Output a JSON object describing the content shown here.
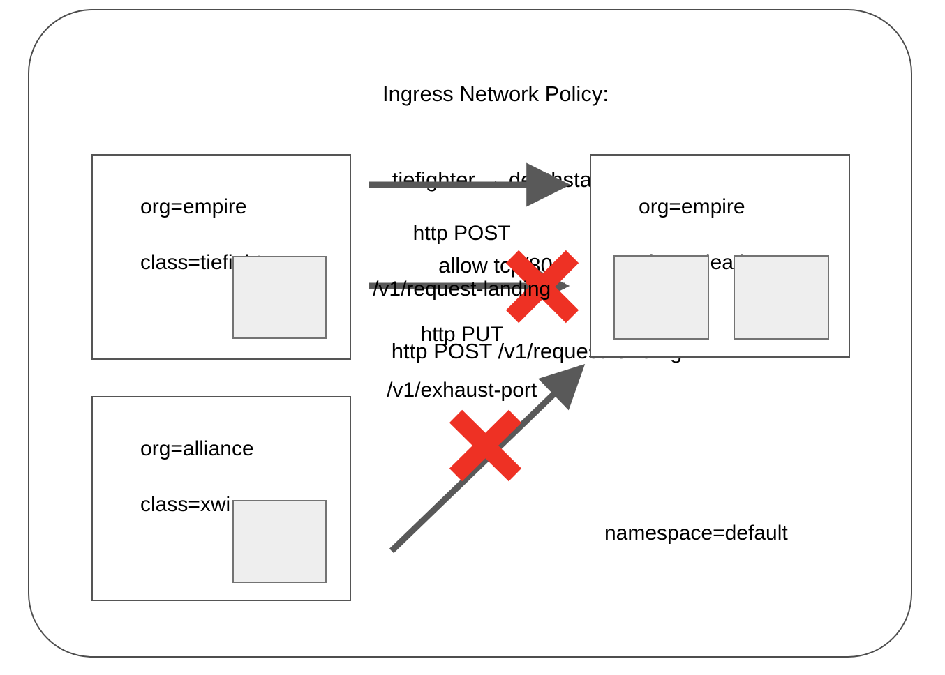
{
  "diagram": {
    "title_lines": [
      "Ingress Network Policy:",
      "tiefighter → deathstar",
      "allow tcp/80",
      "http POST /v1/request-landing"
    ],
    "namespace_label": "namespace=default",
    "colors": {
      "arrow_gray": "#595959",
      "deny_red": "#ee3124",
      "box_border": "#555555",
      "pod_fill": "#eeeeee",
      "pod_border": "#737373",
      "boundary_border": "#4d4d4d"
    },
    "endpoints": [
      {
        "id": "tiefighter",
        "label_line1": "org=empire",
        "label_line2": "class=tiefighter",
        "pod_count": 1
      },
      {
        "id": "deathstar",
        "label_line1": "org=empire",
        "label_line2": "class=deathstar",
        "pod_count": 2
      },
      {
        "id": "xwing",
        "label_line1": "org=alliance",
        "label_line2": "class=xwing",
        "pod_count": 1
      }
    ],
    "flows": [
      {
        "id": "post-request-landing",
        "from": "tiefighter",
        "to": "deathstar",
        "label_line1": "http POST",
        "label_line2": "/v1/request-landing",
        "allowed": true
      },
      {
        "id": "put-exhaust-port",
        "from": "tiefighter",
        "to": "deathstar",
        "label_line1": "http PUT",
        "label_line2": "/v1/exhaust-port",
        "allowed": false
      },
      {
        "id": "xwing-to-deathstar",
        "from": "xwing",
        "to": "deathstar",
        "label_line1": "",
        "label_line2": "",
        "allowed": false
      }
    ]
  }
}
